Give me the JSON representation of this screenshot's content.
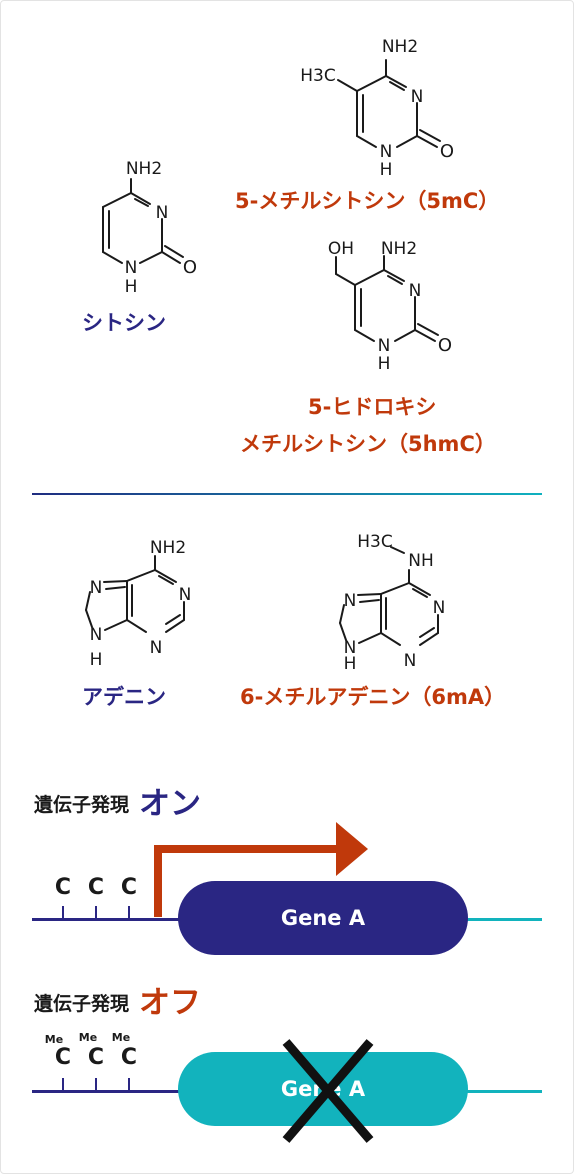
{
  "molecules": {
    "cytosine": {
      "label": "シトシン",
      "nh2": "NH2",
      "n": "N",
      "o": "O",
      "h": "H"
    },
    "mc5": {
      "label": "5-メチルシトシン（5mC）",
      "nh2": "NH2",
      "h3c": "H3C",
      "n": "N",
      "o": "O",
      "h": "H"
    },
    "hmc5": {
      "label_line1": "5-ヒドロキシ",
      "label_line2": "メチルシトシン（5hmC）",
      "oh": "OH",
      "nh2": "NH2",
      "n": "N",
      "o": "O",
      "h": "H"
    },
    "adenine": {
      "label": "アデニン",
      "nh2": "NH2",
      "n": "N",
      "h": "H"
    },
    "ma6": {
      "label": "6-メチルアデニン（6mA）",
      "h3c": "H3C",
      "nh": "NH",
      "n": "N",
      "h": "H"
    }
  },
  "expression_on": {
    "heading": "遺伝子発現",
    "state": "オン",
    "gene_label": "Gene A",
    "bases": [
      "C",
      "C",
      "C"
    ]
  },
  "expression_off": {
    "heading": "遺伝子発現",
    "state": "オフ",
    "gene_label": "Gene A",
    "bases": [
      "C",
      "C",
      "C"
    ],
    "methyl_marks": [
      "Me",
      "Me",
      "Me"
    ]
  },
  "colors": {
    "navy": "#2a2683",
    "orange": "#c0390b",
    "teal": "#12b3bd",
    "text": "#1a1a1a"
  }
}
